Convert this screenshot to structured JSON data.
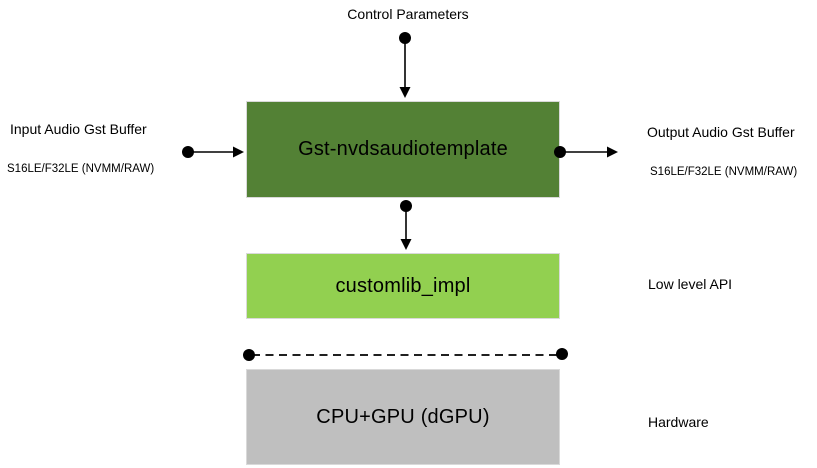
{
  "diagram": {
    "top_label": "Control Parameters",
    "input": {
      "title": "Input Audio Gst Buffer",
      "subtitle": "S16LE/F32LE (NVMM/RAW)"
    },
    "output": {
      "title": "Output Audio Gst Buffer",
      "subtitle": "S16LE/F32LE (NVMM/RAW)"
    },
    "boxes": {
      "template": {
        "label": "Gst-nvdsaudiotemplate",
        "color": "#538135"
      },
      "customlib": {
        "label": "customlib_impl",
        "color": "#92d050"
      },
      "hardware": {
        "label": "CPU+GPU (dGPU)",
        "color": "#bfbfbf"
      }
    },
    "side_labels": {
      "low_level_api": "Low level API",
      "hardware": "Hardware"
    },
    "connector_color": "#000000"
  }
}
